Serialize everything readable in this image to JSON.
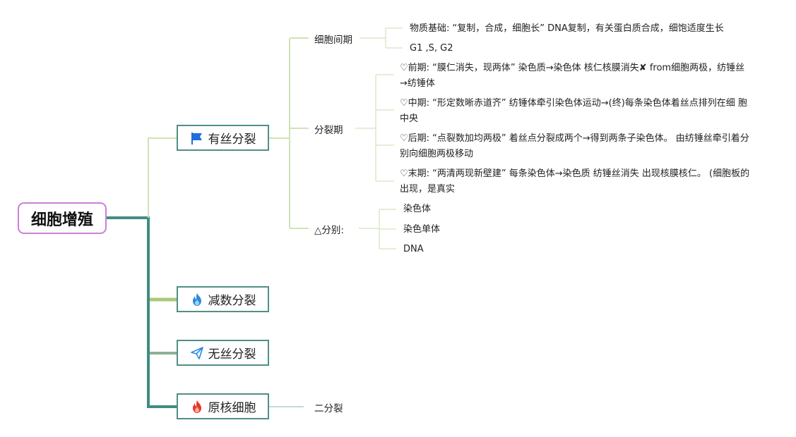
{
  "root": {
    "label": "细胞增殖"
  },
  "branches": [
    {
      "label": "有丝分裂",
      "icon": "flag-icon",
      "children": [
        {
          "label": "细胞间期",
          "items": [
            "物质基础: “复制，合成，细胞长” DNA复制，有关蛋白质合成，细饱适度生长",
            "G1 ,S, G2"
          ]
        },
        {
          "label": "分裂期",
          "items": [
            "♡前期: “膜仁消失，现两体” 染色质→染色体 核仁核膜消失✘ from细胞两极，纺锤丝→纺锤体",
            "♡中期: “形定数晰赤道齐” 纺锤体牵引染色体运动→(终)每条染色体着丝点排列在细 胞中央",
            "♡后期: “点裂数加均两极” 着丝点分裂成两个→得到两条子染色体。 由纺锤丝牵引着分别向细胞两极移动",
            "♡末期: “两清两现新壁建” 每条染色体→染色质 纺锤丝消失 出现核膜核仁。 (细胞板的出现，是真实"
          ]
        },
        {
          "label": "△分别:",
          "items": [
            "染色体",
            "染色单体",
            "DNA"
          ]
        }
      ]
    },
    {
      "label": "减数分裂",
      "icon": "fire-icon",
      "children": []
    },
    {
      "label": "无丝分裂",
      "icon": "paper-plane-icon",
      "children": []
    },
    {
      "label": "原核细胞",
      "icon": "flame-red-icon",
      "children": [
        {
          "label": "二分裂",
          "items": []
        }
      ]
    }
  ],
  "colors": {
    "root_border": "#cc7fd9",
    "branch_border": "#4f8f86",
    "trunk": "#3f8c82",
    "connector_youfen": "#cfe3b3",
    "connector_jianshu": "#a9c97a",
    "connector_wusi": "#8ab294",
    "connector_yuanhe": "#a9cfd2",
    "leaf_line": "#dbe9c9",
    "flag": "#1e6fd9",
    "fire_blue": "#2a8ae0",
    "fire_red": "#e8362a"
  }
}
